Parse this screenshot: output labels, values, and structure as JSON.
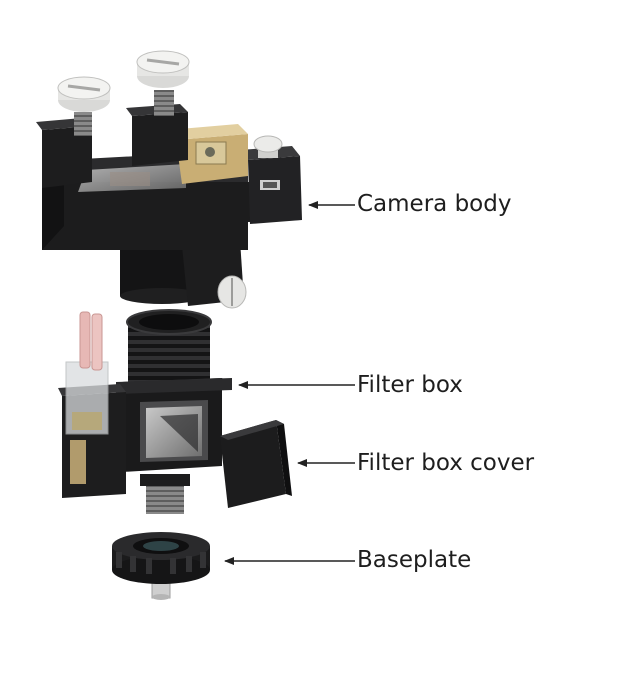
{
  "labels": {
    "camera_body": "Camera body",
    "filter_box": "Filter box",
    "filter_box_cover": "Filter box cover",
    "baseplate": "Baseplate"
  },
  "colors": {
    "body": "#1b1b1c",
    "body_face": "#2a2a2c",
    "screw": "#e4e4e2",
    "pcb_gold": "#d3b77c",
    "pink_tab": "#e7b8b5",
    "leader": "#222222"
  }
}
